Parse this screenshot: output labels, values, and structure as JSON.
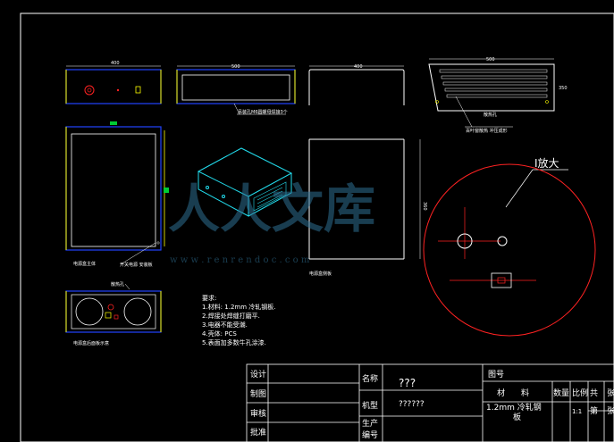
{
  "drawing": {
    "dims": {
      "front_width": "400",
      "side_width": "500",
      "top_width": "400",
      "rear_width": "500",
      "rear_height": "350",
      "side_height": "360"
    },
    "callouts": {
      "front_note": "吊装孔M6圆螺母焊接3个",
      "rear_note": "百叶窗散热  冲压成形",
      "rear_bottom": "散热孔",
      "panel_label": "电源盒主体",
      "panel_side": "开关电源\n安装板",
      "side_label": "电源盒侧板",
      "rear_panel_label": "电源盒后面板示意",
      "fan_label": "散热孔",
      "detail_label": "I放大"
    },
    "requirements": {
      "title": "要求:",
      "items": [
        "1.材料: 1.2mm 冷轧钢板.",
        "2.焊接处焊缝打磨平.",
        "3.电器不能受潮.",
        "4.壳体:        PCS",
        "5.表面加多数牛孔涂漆."
      ]
    },
    "title_block": {
      "design": "设计",
      "draw": "制图",
      "check": "审核",
      "approve": "批准",
      "name_label": "名称",
      "name_value": "???",
      "model_label": "机型",
      "model_value": "??????",
      "prod_label": "生产",
      "number_label": "编号",
      "drawing_no": "图号",
      "material": "材　　料",
      "qty": "数量",
      "scale": "比例",
      "sheet_total": "共",
      "sheet_total_unit": "张",
      "material_value": "1.2mm 冷轧钢",
      "material_value2": "板",
      "scale_value": "1:1",
      "sheet_no": "第",
      "sheet_no_unit": "张"
    },
    "watermark": {
      "brand": "人人文库",
      "url": "w w w . r e n r e n d o c . c o m"
    }
  }
}
